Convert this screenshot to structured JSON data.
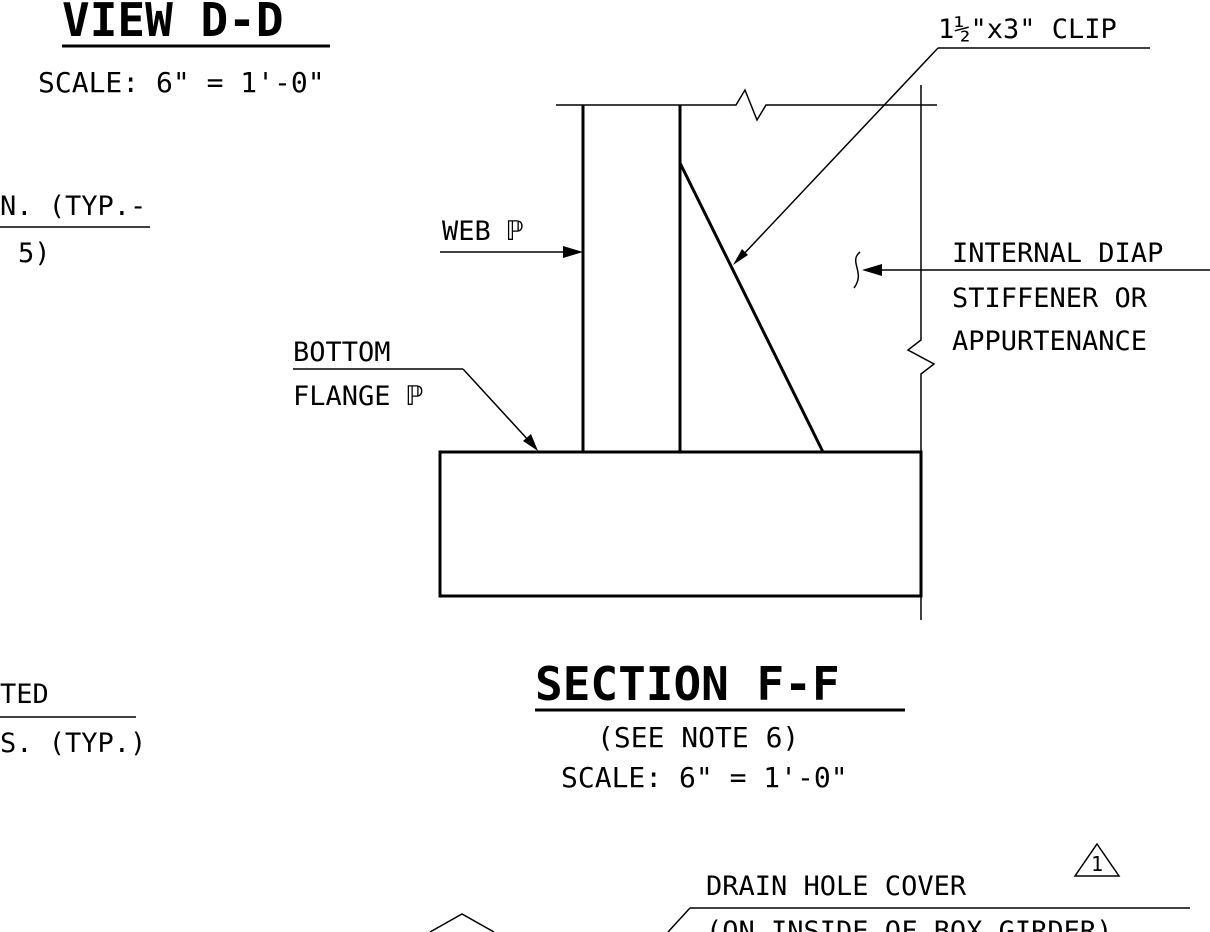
{
  "view_title": "VIEW D-D",
  "view_scale": "SCALE: 6\" = 1'-0\"",
  "left_note_1_line_1": "N. (TYP.-",
  "left_note_1_line_2": "5)",
  "left_note_2_line_1": "TED",
  "left_note_2_line_2": "S. (TYP.)",
  "clip_label": "1½\"x3\" CLIP",
  "web_label": "WEB ℙ",
  "bottom_flange_line_1": "BOTTOM",
  "bottom_flange_line_2": "FLANGE ℙ",
  "internal_line_1": "INTERNAL DIAP",
  "internal_line_2": "STIFFENER OR",
  "internal_line_3": "APPURTENANCE",
  "section_title": "SECTION F-F",
  "section_note": "(SEE NOTE 6)",
  "section_scale": "SCALE: 6\" = 1'-0\"",
  "drain_line_1": "DRAIN HOLE COVER",
  "drain_line_2": "(ON INSIDE OF BOX GIRDER)",
  "revision_mark": "1",
  "colors": {
    "ink": "#000000",
    "paper": "#ffffff"
  }
}
